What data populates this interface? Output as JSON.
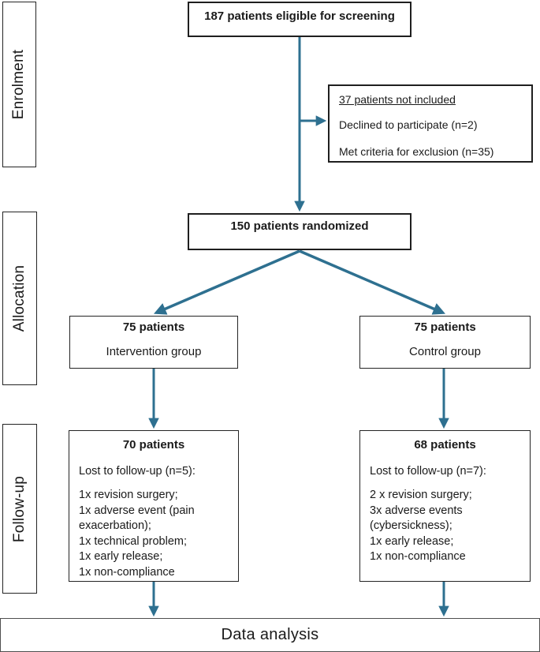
{
  "colors": {
    "arrow": "#2E7090"
  },
  "stages": {
    "enrolment": "Enrolment",
    "allocation": "Allocation",
    "followup": "Follow-up"
  },
  "screening": {
    "label": "187 patients eligible for screening"
  },
  "not_included": {
    "title": "37 patients not included",
    "reasons": [
      "Declined to participate (n=2)",
      "Met criteria for exclusion (n=35)"
    ]
  },
  "randomized": {
    "label": "150 patients randomized"
  },
  "allocation": {
    "intervention": {
      "count": "75 patients",
      "group": "Intervention group"
    },
    "control": {
      "count": "75 patients",
      "group": "Control group"
    }
  },
  "followup": {
    "intervention": {
      "count": "70 patients",
      "lost_label": "Lost to follow-up (n=5):",
      "reasons": [
        "1x revision surgery;",
        "1x adverse event (pain exacerbation);",
        "1x technical problem;",
        "1x early release;",
        "1x non-compliance"
      ]
    },
    "control": {
      "count": "68 patients",
      "lost_label": "Lost to follow-up (n=7):",
      "reasons": [
        "2 x revision surgery;",
        "3x adverse events (cybersickness);",
        "1x early release;",
        "1x non-compliance"
      ]
    }
  },
  "analysis": {
    "label": "Data analysis"
  }
}
